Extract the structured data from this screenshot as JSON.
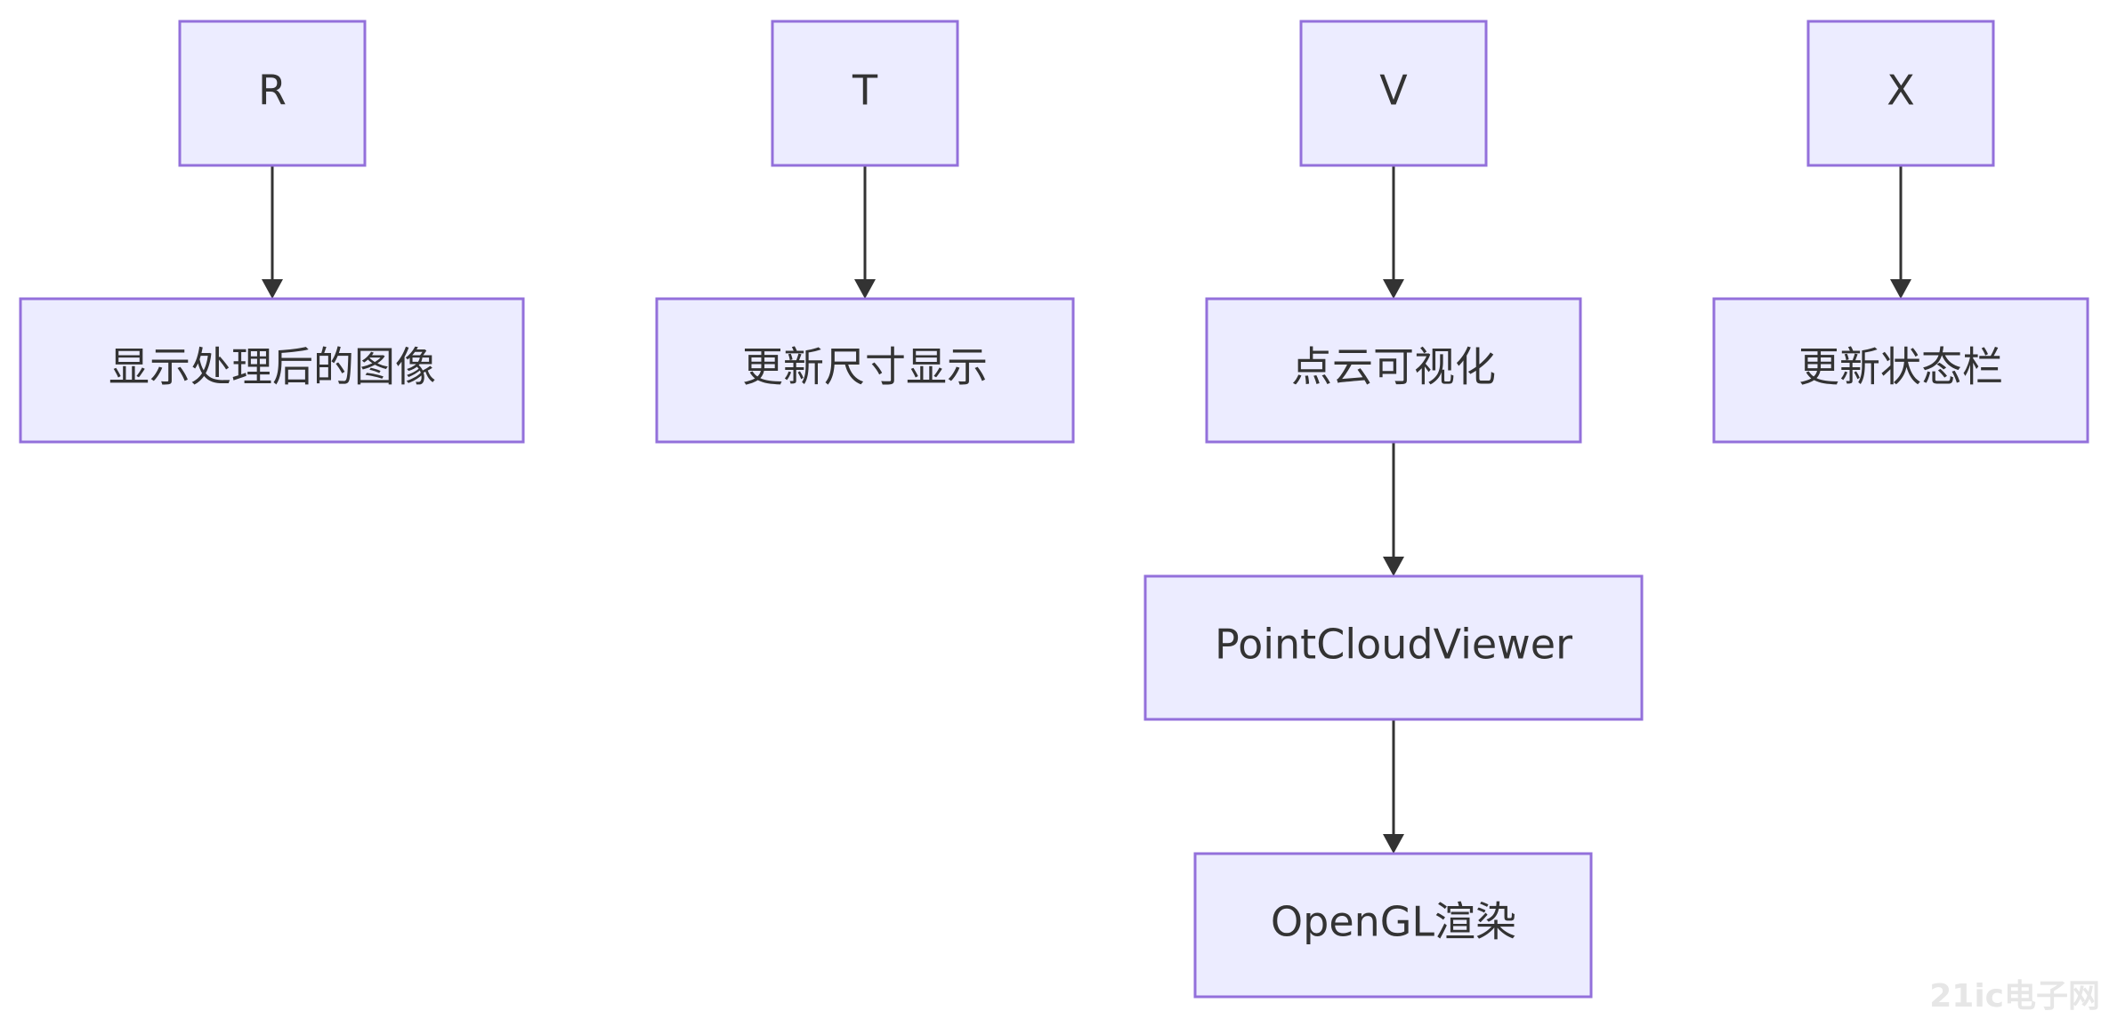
{
  "nodes": [
    {
      "id": "R",
      "label": "R"
    },
    {
      "id": "T",
      "label": "T"
    },
    {
      "id": "V",
      "label": "V"
    },
    {
      "id": "X",
      "label": "X"
    },
    {
      "id": "display_processed_image",
      "label": "显示处理后的图像"
    },
    {
      "id": "update_size_display",
      "label": "更新尺寸显示"
    },
    {
      "id": "point_cloud_visualization",
      "label": "点云可视化"
    },
    {
      "id": "update_status_bar",
      "label": "更新状态栏"
    },
    {
      "id": "point_cloud_viewer",
      "label": "PointCloudViewer"
    },
    {
      "id": "opengl_render",
      "label": "OpenGL渲染"
    }
  ],
  "edges": [
    {
      "from": "R",
      "to": "display_processed_image"
    },
    {
      "from": "T",
      "to": "update_size_display"
    },
    {
      "from": "V",
      "to": "point_cloud_visualization"
    },
    {
      "from": "X",
      "to": "update_status_bar"
    },
    {
      "from": "point_cloud_visualization",
      "to": "point_cloud_viewer"
    },
    {
      "from": "point_cloud_viewer",
      "to": "opengl_render"
    }
  ],
  "watermark": "21ic电子网",
  "colors": {
    "node_fill": "#ececff",
    "node_border": "#9370db",
    "edge": "#333333",
    "text": "#333333"
  }
}
